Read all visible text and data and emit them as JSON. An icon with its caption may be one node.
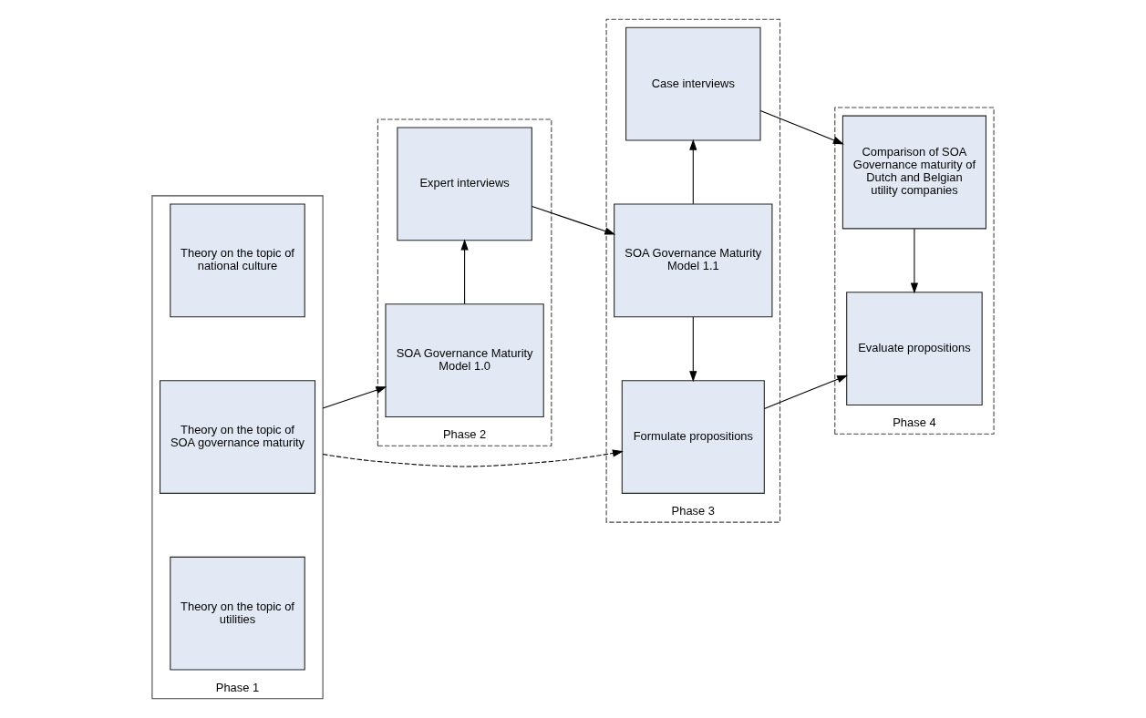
{
  "diagram": {
    "nodes": [
      {
        "text": [
          "Phase 1"
        ]
      },
      {
        "text": [
          "Theory on the topic of national culture"
        ],
        "in": 0
      },
      {
        "text": [
          "Theory on the topic of SOA governance maturity"
        ],
        "in": 0
      },
      {
        "text": [
          "Theory on the topic of utilities"
        ],
        "in": 0
      },
      {
        "text": [
          "Phase 2"
        ]
      },
      {
        "text": [
          "SOA Governance Maturity Model 1.0"
        ],
        "in": 4
      },
      {
        "text": [
          "Expert interviews"
        ],
        "in": 4
      },
      {
        "text": [
          "Phase 3"
        ]
      },
      {
        "text": [
          "Case interviews"
        ],
        "in": 7
      },
      {
        "text": [
          "SOA Governance Maturity Model 1.1"
        ],
        "in": 7
      },
      {
        "text": [
          "Formulate propositions"
        ],
        "in": 7
      },
      {
        "text": [
          "Phase 4"
        ]
      },
      {
        "text": [
          "Comparison of SOA Governance maturity of Dutch and Belgian utility companies"
        ],
        "in": 11
      },
      {
        "text": [
          "Evaluate propositions"
        ],
        "in": 11
      }
    ],
    "edges": [
      {
        "from": 0,
        "to": 5,
        "arrow": "to"
      },
      {
        "from": 0,
        "to": 10,
        "arrow": "to",
        "style": "dashed"
      },
      {
        "from": 5,
        "to": 6,
        "arrow": "to"
      },
      {
        "from": 6,
        "to": 9,
        "arrow": "to"
      },
      {
        "from": 9,
        "to": 8,
        "arrow": "to"
      },
      {
        "from": 9,
        "to": 10,
        "arrow": "to"
      },
      {
        "from": 8,
        "to": 12,
        "arrow": "to"
      },
      {
        "from": 12,
        "to": 13,
        "arrow": "to"
      },
      {
        "from": 10,
        "to": 13,
        "arrow": "to"
      }
    ]
  }
}
